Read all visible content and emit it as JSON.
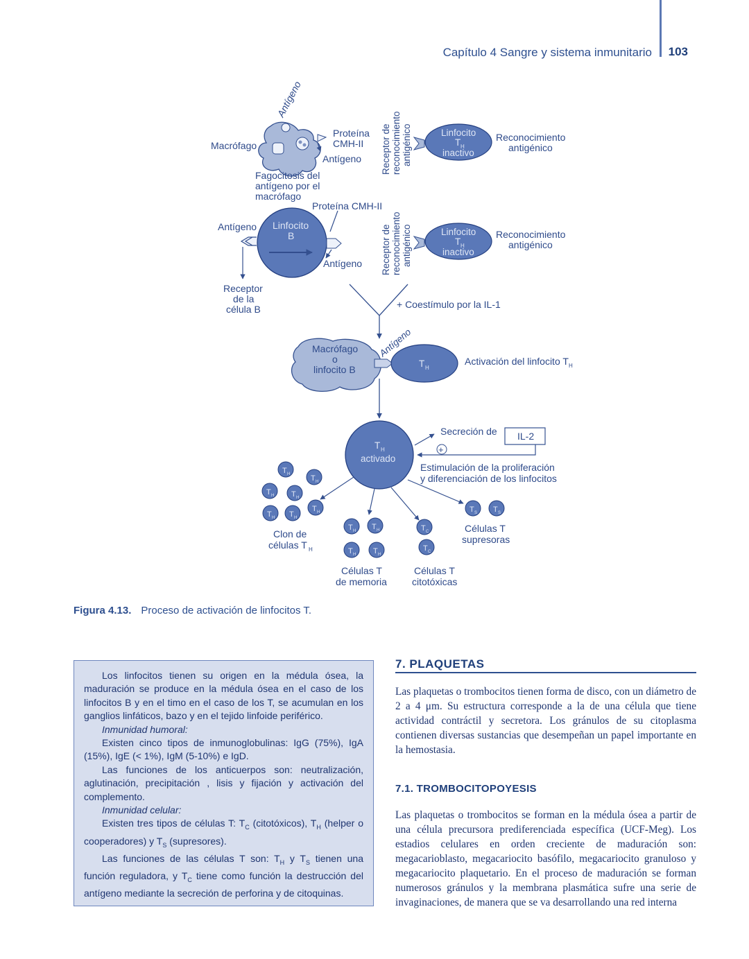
{
  "header": {
    "chapter": "Capítulo 4   Sangre y sistema inmunitario",
    "page_number": "103"
  },
  "figure": {
    "antigeno_top": "Antígeno",
    "macrofago": "Macrófago",
    "proteina": "Proteína",
    "cmh_ii": "CMH-II",
    "antigeno_1": "Antígeno",
    "fagocitosis_1": "Fagocitosis del",
    "fagocitosis_2": "antígeno por el",
    "fagocitosis_3": "macrófago",
    "receptor_1": "Receptor de",
    "receptor_2": "reconocimiento",
    "receptor_3": "antigénico",
    "linfocito": "Linfocito",
    "t_letter": "T",
    "h_sub": "H",
    "inactivo": "inactivo",
    "reconocimiento": "Reconocimiento",
    "antigenico": "antigénico",
    "proteina_cmh": "Proteína CMH-II",
    "antigeno_b": "Antígeno",
    "linfocito_b_1": "Linfocito",
    "linfocito_b_2": "B",
    "antigeno_2": "Antígeno",
    "receptor_b_1": "Receptor",
    "receptor_b_2": "de la",
    "receptor_b_3": "célula B",
    "coestimulo": "+ Coestímulo por la IL-1",
    "antigeno_3": "Antígeno",
    "mac_b_1": "Macrófago",
    "mac_b_2": "o",
    "mac_b_3": "linfocito B",
    "activacion": "Activación del linfocito T",
    "activado": "activado",
    "secrecion": "Secreción de",
    "il2": "IL-2",
    "plus": "+",
    "estimulacion_1": "Estimulación de la proliferación",
    "estimulacion_2": "y diferenciación de los linfocitos",
    "c_sub": "C",
    "s_sub": "S",
    "clon_1": "Clon de",
    "clon_2": "células T",
    "memoria_1": "Células T",
    "memoria_2": "de memoria",
    "citotox_1": "Células T",
    "citotox_2": "citotóxicas",
    "supresoras_1": "Células T",
    "supresoras_2": "supresoras",
    "colors": {
      "cell_fill": "#5a78b8",
      "cell_stroke": "#243f80",
      "macrophage_fill": "#a9b9d9",
      "line": "#34508f",
      "text": "#2e4a8a"
    }
  },
  "caption": {
    "label": "Figura 4.13.",
    "text": "Proceso de activación de linfocitos T."
  },
  "box": {
    "p1": "Los linfocitos tienen su origen en la médula ósea, la maduración se produce en la médula ósea en el caso de los linfocitos B y en el timo en el caso de los T, se acumulan en los ganglios linfáticos, bazo y en el tejido linfoide periférico.",
    "humoral": "Inmunidad humoral:",
    "p2": "Existen cinco tipos de inmunoglobulinas: IgG (75%), IgA (15%), IgE (< 1%), IgM (5-10%) e IgD.",
    "p3": "Las funciones de los anticuerpos son: neutralización, aglutinación, precipitación , lisis y fijación y activación del complemento.",
    "celular": "Inmunidad celular:",
    "p4_a": "Existen tres tipos de células T: T",
    "p4_c": "C",
    "p4_b": " (citotóxicos), T",
    "p4_h": "H",
    "p4_d": " (helper o cooperadores) y T",
    "p4_s": "S",
    "p4_e": " (supresores).",
    "p5_a": "Las funciones de las células T son: T",
    "p5_h": "H",
    "p5_b": " y T",
    "p5_s": "S",
    "p5_c": " tienen una función reguladora, y T",
    "p5_cc": "C",
    "p5_d": " tiene como función la destrucción del antígeno mediante la secreción de perforina y de citoquinas."
  },
  "section7": {
    "title": "7. PLAQUETAS",
    "text": "Las plaquetas o trombocitos tienen forma de disco, con un diámetro de 2 a 4 μm. Su estructura corresponde a la de una célula que tiene actividad contráctil y secretora. Los gránulos de su citoplasma contienen diversas sustancias que desempeñan un papel importante en la hemostasia."
  },
  "section71": {
    "title": "7.1. TROMBOCITOPOYESIS",
    "text": "Las plaquetas o trombocitos se forman en la médula ósea a partir de una célula precursora prediferenciada específica (UCF-Meg). Los estadios celulares en orden creciente de maduración son: megacarioblasto, megacariocito basófilo, megacariocito granuloso y megacariocito plaquetario. En el proceso de maduración se forman numerosos gránulos y la membrana plasmática sufre una serie de invaginaciones, de manera que se va desarrollando una red interna"
  }
}
